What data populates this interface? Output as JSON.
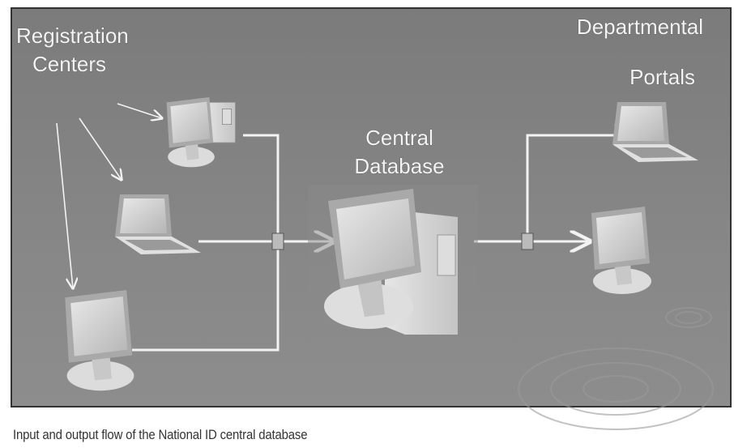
{
  "diagram": {
    "labels": {
      "registration_line1": "Registration",
      "registration_line2": "Centers",
      "central_line1": "Central",
      "central_line2": "Database",
      "portals_line1": "Departmental",
      "portals_line2": "Portals"
    }
  },
  "caption": "Input and output flow of the National ID central database",
  "colors": {
    "background": "#858585",
    "line": "#f2f2f2",
    "frame": "#333333"
  }
}
